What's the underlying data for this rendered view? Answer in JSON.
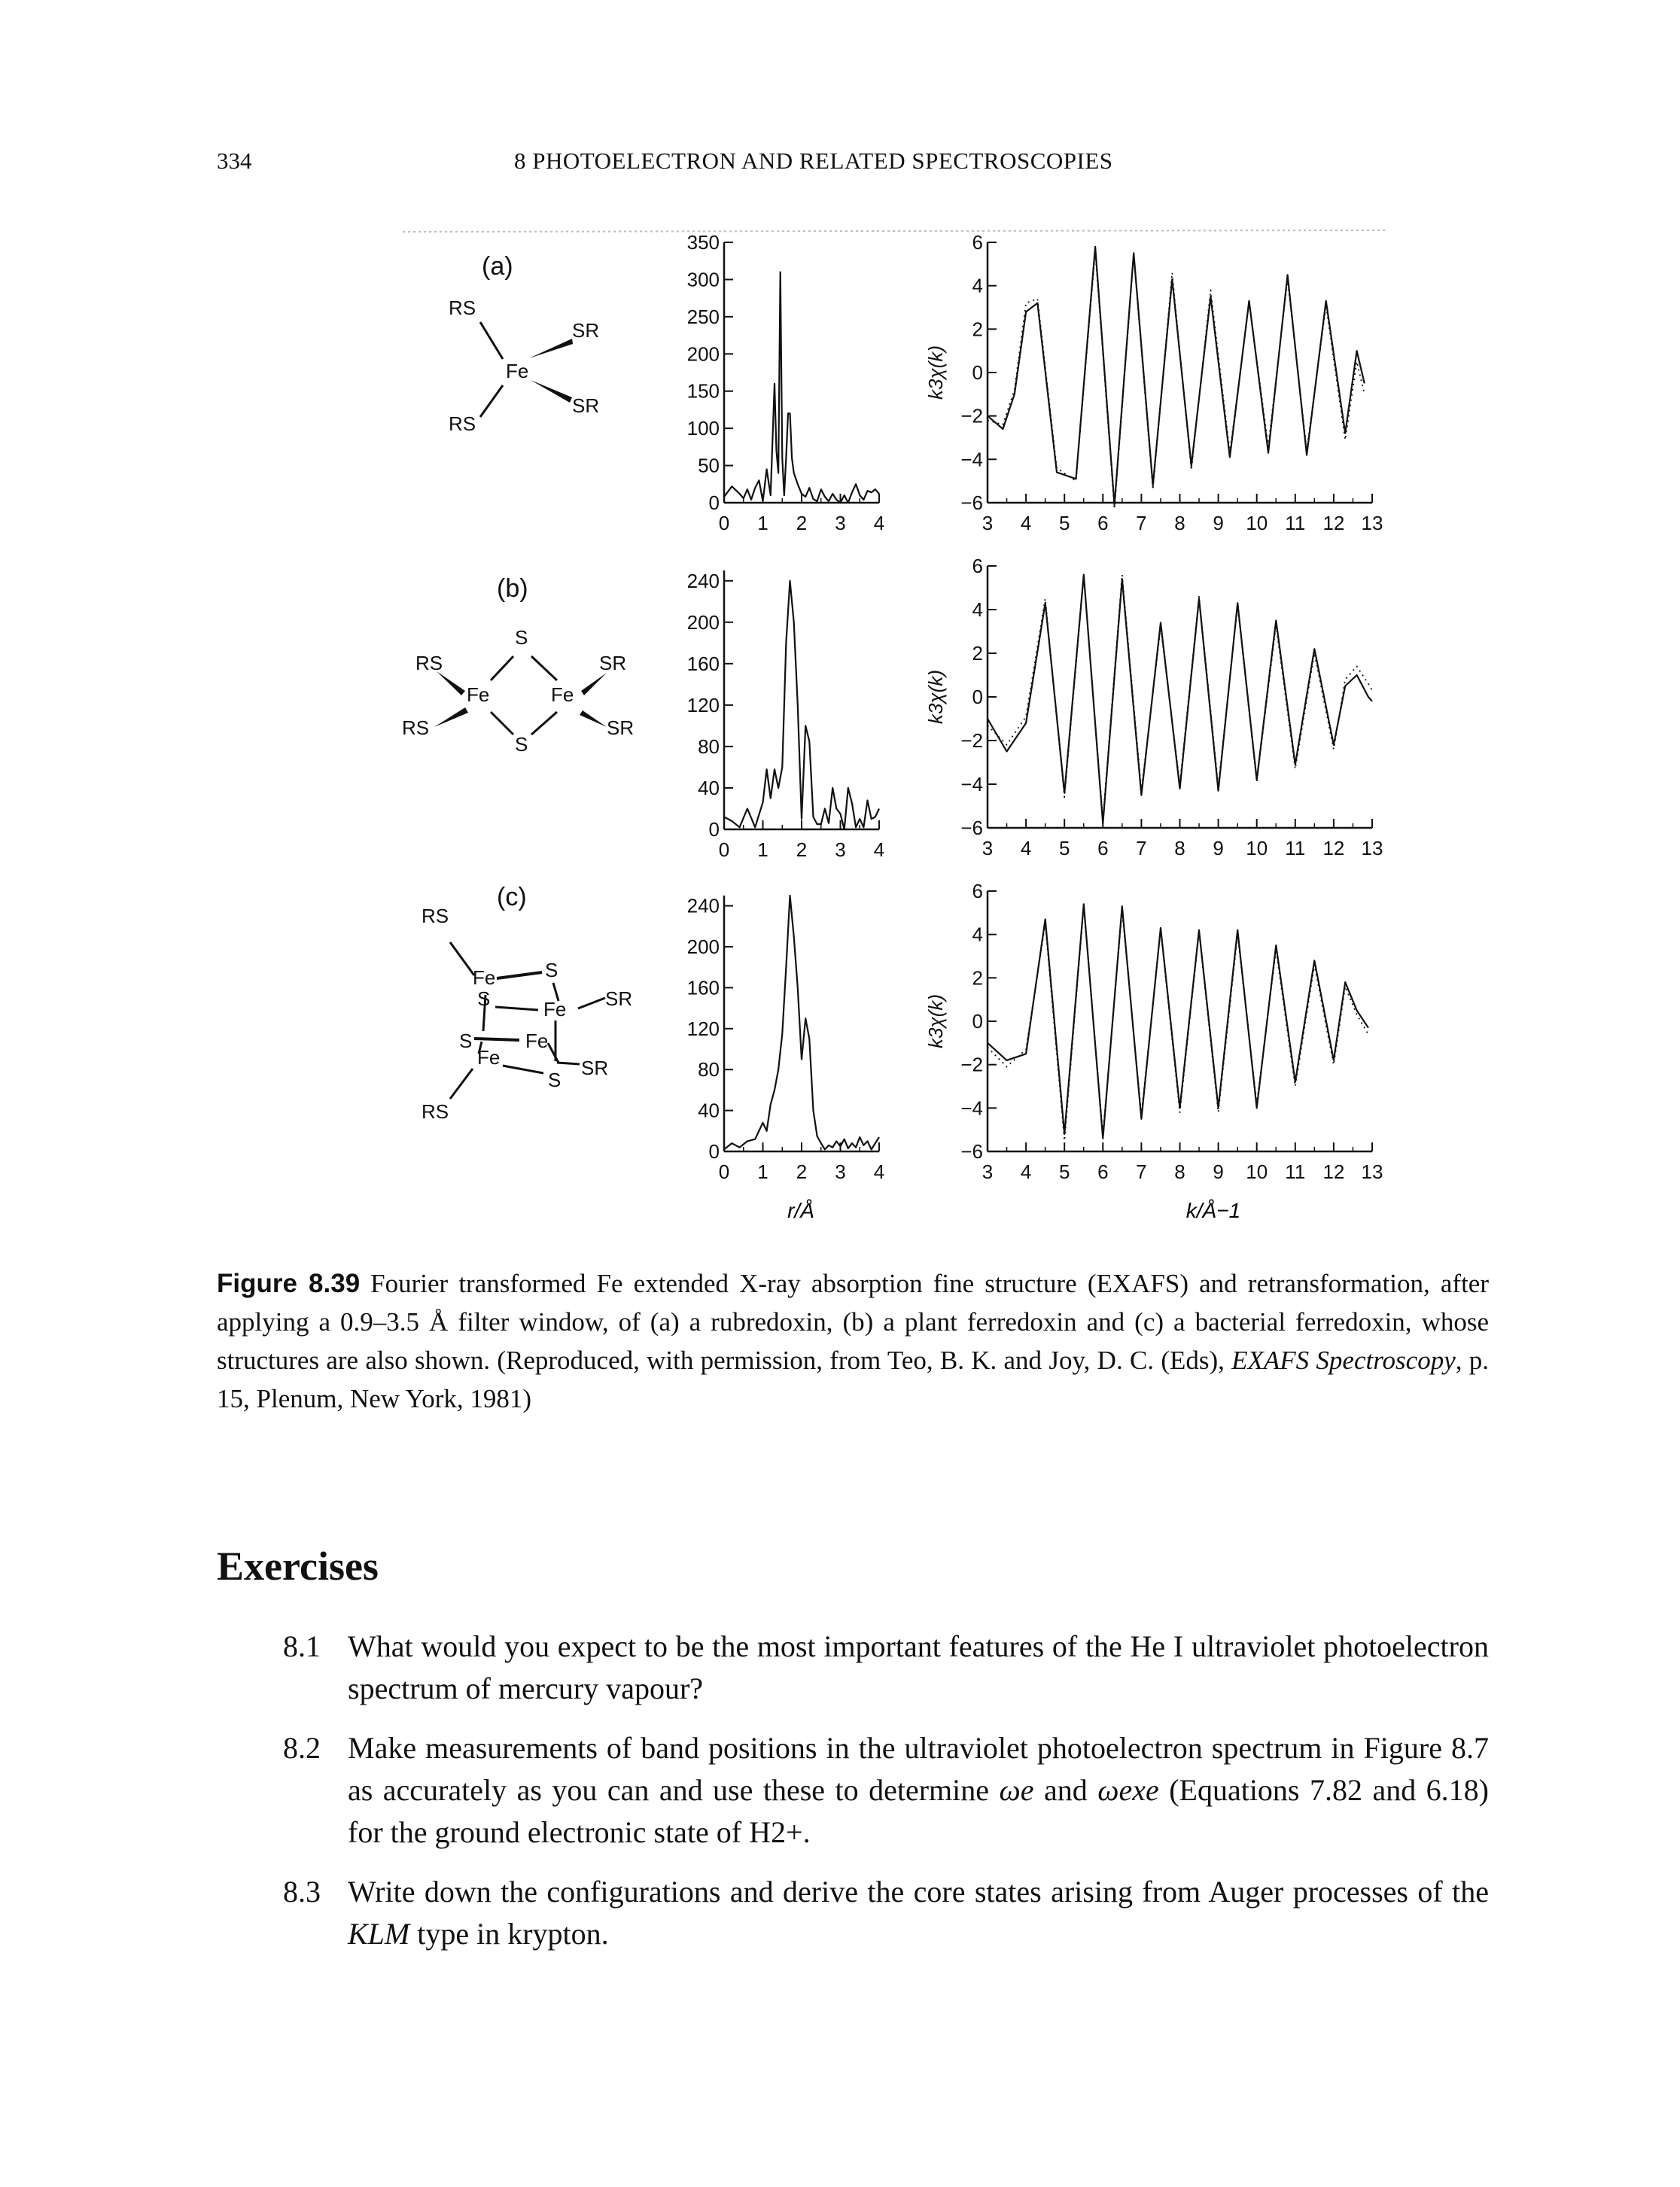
{
  "header": {
    "page_number": "334",
    "running_head": "8 PHOTOELECTRON AND RELATED SPECTROSCOPIES"
  },
  "figure": {
    "label": "Figure 8.39",
    "caption_text": "Fourier transformed Fe extended X-ray absorption fine structure (EXAFS) and retransformation, after applying a 0.9–3.5 Å filter window, of (a) a rubredoxin, (b) a plant ferredoxin and (c) a bacterial ferredoxin, whose structures are also shown. (Reproduced, with permission, from Teo, B. K. and Joy, D. C. (Eds), ",
    "caption_source_title": "EXAFS Spectroscopy",
    "caption_tail": ", p. 15, Plenum, New York, 1981)",
    "panels": [
      {
        "label": "(a)",
        "structure_atoms": [
          "RS",
          "SR",
          "Fe",
          "RS",
          "SR"
        ]
      },
      {
        "label": "(b)",
        "structure_atoms": [
          "S",
          "RS",
          "SR",
          "Fe",
          "Fe",
          "RS",
          "SR",
          "S"
        ]
      },
      {
        "label": "(c)",
        "structure_atoms": [
          "RS",
          "Fe",
          "S",
          "S",
          "Fe",
          "SR",
          "S",
          "Fe",
          "Fe",
          "S",
          "SR",
          "RS"
        ]
      }
    ],
    "r_axis_label": "r/Å",
    "k_axis_label": "k/Å−1",
    "k_ylabel": "k3χ(k)"
  },
  "chart_data": [
    {
      "type": "line",
      "panel": "(a)",
      "xlim": [
        0,
        4
      ],
      "ylim": [
        0,
        350
      ],
      "xticks": [
        "0",
        "1",
        "2",
        "3",
        "4"
      ],
      "yticks": [
        "0",
        "50",
        "100",
        "150",
        "200",
        "250",
        "300",
        "350"
      ],
      "x": [
        0,
        0.2,
        0.4,
        0.5,
        0.6,
        0.7,
        0.8,
        0.9,
        1.0,
        1.1,
        1.2,
        1.3,
        1.35,
        1.4,
        1.45,
        1.5,
        1.55,
        1.6,
        1.65,
        1.7,
        1.75,
        1.8,
        1.9,
        2.0,
        2.1,
        2.2,
        2.3,
        2.4,
        2.5,
        2.6,
        2.7,
        2.8,
        2.9,
        3.0,
        3.1,
        3.2,
        3.3,
        3.4,
        3.5,
        3.6,
        3.7,
        3.8,
        3.9,
        4.0
      ],
      "values": [
        8,
        22,
        12,
        6,
        18,
        4,
        20,
        30,
        2,
        45,
        10,
        160,
        70,
        40,
        310,
        60,
        10,
        60,
        120,
        120,
        60,
        40,
        25,
        12,
        8,
        20,
        5,
        2,
        18,
        8,
        2,
        12,
        4,
        0,
        10,
        0,
        14,
        25,
        10,
        4,
        16,
        14,
        18,
        12
      ]
    },
    {
      "type": "line",
      "panel": "(a)",
      "xlim": [
        3,
        13
      ],
      "ylim": [
        -6,
        6
      ],
      "xticks": [
        "3",
        "4",
        "5",
        "6",
        "7",
        "8",
        "9",
        "10",
        "11",
        "12",
        "13"
      ],
      "yticks": [
        "−6",
        "−4",
        "−2",
        "0",
        "2",
        "4",
        "6"
      ],
      "series": [
        {
          "x": [
            3.0,
            3.4,
            3.7,
            4.0,
            4.3,
            4.8,
            5.3,
            5.8,
            6.3,
            6.8,
            7.3,
            7.8,
            8.3,
            8.8,
            9.3,
            9.8,
            10.3,
            10.8,
            11.3,
            11.8,
            12.3,
            12.6,
            12.8
          ],
          "values": [
            -2,
            -2.6,
            -1,
            2.8,
            3.2,
            -4.6,
            -4.9,
            5.8,
            -6.1,
            5.5,
            -5.2,
            4.3,
            -4.3,
            3.5,
            -3.9,
            3.3,
            -3.7,
            4.5,
            -3.8,
            3.3,
            -2.8,
            1.0,
            -0.5
          ]
        },
        {
          "x": [
            3.0,
            3.4,
            3.7,
            4.0,
            4.3,
            4.8,
            5.3,
            5.8,
            6.3,
            6.8,
            7.3,
            7.8,
            8.3,
            8.8,
            9.3,
            9.8,
            10.3,
            10.8,
            11.3,
            11.8,
            12.3,
            12.6,
            12.8
          ],
          "values": [
            -2.2,
            -2.4,
            -0.8,
            3.2,
            3.4,
            -4.4,
            -5.0,
            5.6,
            -6.3,
            5.4,
            -5.4,
            4.6,
            -4.5,
            3.8,
            -3.7,
            3.2,
            -3.4,
            4.3,
            -3.6,
            3.1,
            -3.1,
            0.5,
            -1.0
          ]
        }
      ]
    },
    {
      "type": "line",
      "panel": "(b)",
      "xlim": [
        0,
        4
      ],
      "ylim": [
        0,
        250
      ],
      "xticks": [
        "0",
        "1",
        "2",
        "3",
        "4"
      ],
      "yticks": [
        "0",
        "40",
        "80",
        "120",
        "160",
        "200",
        "240"
      ],
      "x": [
        0,
        0.2,
        0.4,
        0.6,
        0.8,
        1.0,
        1.1,
        1.2,
        1.3,
        1.4,
        1.5,
        1.6,
        1.7,
        1.8,
        1.9,
        2.0,
        2.1,
        2.2,
        2.3,
        2.4,
        2.5,
        2.6,
        2.7,
        2.8,
        2.9,
        3.0,
        3.1,
        3.2,
        3.3,
        3.4,
        3.5,
        3.6,
        3.7,
        3.8,
        3.9,
        4.0
      ],
      "values": [
        12,
        8,
        2,
        20,
        2,
        26,
        58,
        30,
        58,
        40,
        60,
        180,
        240,
        200,
        120,
        10,
        100,
        85,
        12,
        5,
        5,
        20,
        6,
        40,
        20,
        15,
        0,
        40,
        25,
        2,
        10,
        2,
        28,
        10,
        12,
        20
      ]
    },
    {
      "type": "line",
      "panel": "(b)",
      "xlim": [
        3,
        13
      ],
      "ylim": [
        -6,
        6
      ],
      "xticks": [
        "3",
        "4",
        "5",
        "6",
        "7",
        "8",
        "9",
        "10",
        "11",
        "12",
        "13"
      ],
      "yticks": [
        "−6",
        "−4",
        "−2",
        "0",
        "2",
        "4",
        "6"
      ],
      "series": [
        {
          "x": [
            3.0,
            3.5,
            4.0,
            4.5,
            5.0,
            5.5,
            6.0,
            6.5,
            7.0,
            7.5,
            8.0,
            8.5,
            9.0,
            9.5,
            10.0,
            10.5,
            11.0,
            11.5,
            12.0,
            12.3,
            12.6,
            12.9,
            13.0
          ],
          "values": [
            -1,
            -2.5,
            -1.2,
            4.3,
            -4.4,
            5.6,
            -5.8,
            5.4,
            -4.5,
            3.4,
            -4.2,
            4.5,
            -4.3,
            4.3,
            -3.8,
            3.5,
            -3.1,
            2.2,
            -2.2,
            0.5,
            1.0,
            0.0,
            -0.2
          ]
        },
        {
          "x": [
            3.0,
            3.5,
            4.0,
            4.5,
            5.0,
            5.5,
            6.0,
            6.5,
            7.0,
            7.5,
            8.0,
            8.5,
            9.0,
            9.5,
            10.0,
            10.5,
            11.0,
            11.5,
            12.0,
            12.3,
            12.6,
            12.9,
            13.0
          ],
          "values": [
            -1.3,
            -2.2,
            -0.9,
            4.5,
            -4.6,
            5.5,
            -5.6,
            5.6,
            -4.3,
            3.2,
            -4.0,
            4.6,
            -4.1,
            4.2,
            -3.9,
            3.3,
            -3.3,
            2.0,
            -2.4,
            0.8,
            1.4,
            0.6,
            0.3
          ]
        }
      ]
    },
    {
      "type": "line",
      "panel": "(c)",
      "xlim": [
        0,
        4
      ],
      "ylim": [
        0,
        250
      ],
      "xticks": [
        "0",
        "1",
        "2",
        "3",
        "4"
      ],
      "yticks": [
        "0",
        "40",
        "80",
        "120",
        "160",
        "200",
        "240"
      ],
      "x": [
        0,
        0.2,
        0.4,
        0.6,
        0.8,
        1.0,
        1.1,
        1.2,
        1.3,
        1.4,
        1.5,
        1.6,
        1.7,
        1.8,
        1.9,
        2.0,
        2.1,
        2.2,
        2.3,
        2.4,
        2.5,
        2.6,
        2.7,
        2.8,
        2.9,
        3.0,
        3.1,
        3.2,
        3.3,
        3.4,
        3.5,
        3.6,
        3.7,
        3.8,
        3.9,
        4.0
      ],
      "values": [
        2,
        8,
        4,
        10,
        12,
        28,
        20,
        46,
        60,
        80,
        115,
        180,
        250,
        210,
        160,
        90,
        130,
        110,
        40,
        15,
        8,
        2,
        6,
        4,
        10,
        5,
        12,
        3,
        8,
        4,
        14,
        6,
        10,
        2,
        8,
        14
      ]
    },
    {
      "type": "line",
      "panel": "(c)",
      "xlim": [
        3,
        13
      ],
      "ylim": [
        -6,
        6
      ],
      "xticks": [
        "3",
        "4",
        "5",
        "6",
        "7",
        "8",
        "9",
        "10",
        "11",
        "12",
        "13"
      ],
      "yticks": [
        "−6",
        "−4",
        "−2",
        "0",
        "2",
        "4",
        "6"
      ],
      "series": [
        {
          "x": [
            3.0,
            3.5,
            4.0,
            4.5,
            5.0,
            5.5,
            6.0,
            6.5,
            7.0,
            7.5,
            8.0,
            8.5,
            9.0,
            9.5,
            10.0,
            10.5,
            11.0,
            11.5,
            12.0,
            12.3,
            12.6,
            12.9
          ],
          "values": [
            -1,
            -1.8,
            -1.5,
            4.7,
            -5.2,
            5.4,
            -5.4,
            5.3,
            -4.5,
            4.3,
            -4.0,
            4.2,
            -4.0,
            4.2,
            -4.0,
            3.5,
            -2.8,
            2.8,
            -1.8,
            1.8,
            0.5,
            -0.3
          ]
        },
        {
          "x": [
            3.0,
            3.5,
            4.0,
            4.5,
            5.0,
            5.5,
            6.0,
            6.5,
            7.0,
            7.5,
            8.0,
            8.5,
            9.0,
            9.5,
            10.0,
            10.5,
            11.0,
            11.5,
            12.0,
            12.3,
            12.6,
            12.9
          ],
          "values": [
            -1.2,
            -2.1,
            -1.3,
            4.5,
            -5.5,
            5.3,
            -5.2,
            5.1,
            -4.3,
            4.2,
            -4.2,
            4.1,
            -4.2,
            4.0,
            -3.8,
            3.3,
            -3.0,
            2.6,
            -2.0,
            1.6,
            0.3,
            -0.6
          ]
        }
      ]
    }
  ],
  "exercises": {
    "heading": "Exercises",
    "items": [
      {
        "number": "8.1",
        "text": "What would you expect to be the most important features of the He I ultraviolet photoelectron spectrum of mercury vapour?"
      },
      {
        "number": "8.2",
        "text_a": "Make measurements of band positions in the ultraviolet photoelectron spectrum in Figure 8.7 as accurately as you can and use these to determine ",
        "omega_e": "ωe",
        "and": " and ",
        "omega_e_x_e": "ωexe",
        "text_b": " (Equations 7.82 and 6.18) for the ground electronic state of ",
        "species": "H2+",
        "text_c": "."
      },
      {
        "number": "8.3",
        "text_a": "Write down the configurations and derive the core states arising from Auger processes of the ",
        "term": "KLM",
        "text_b": " type in krypton."
      }
    ]
  }
}
